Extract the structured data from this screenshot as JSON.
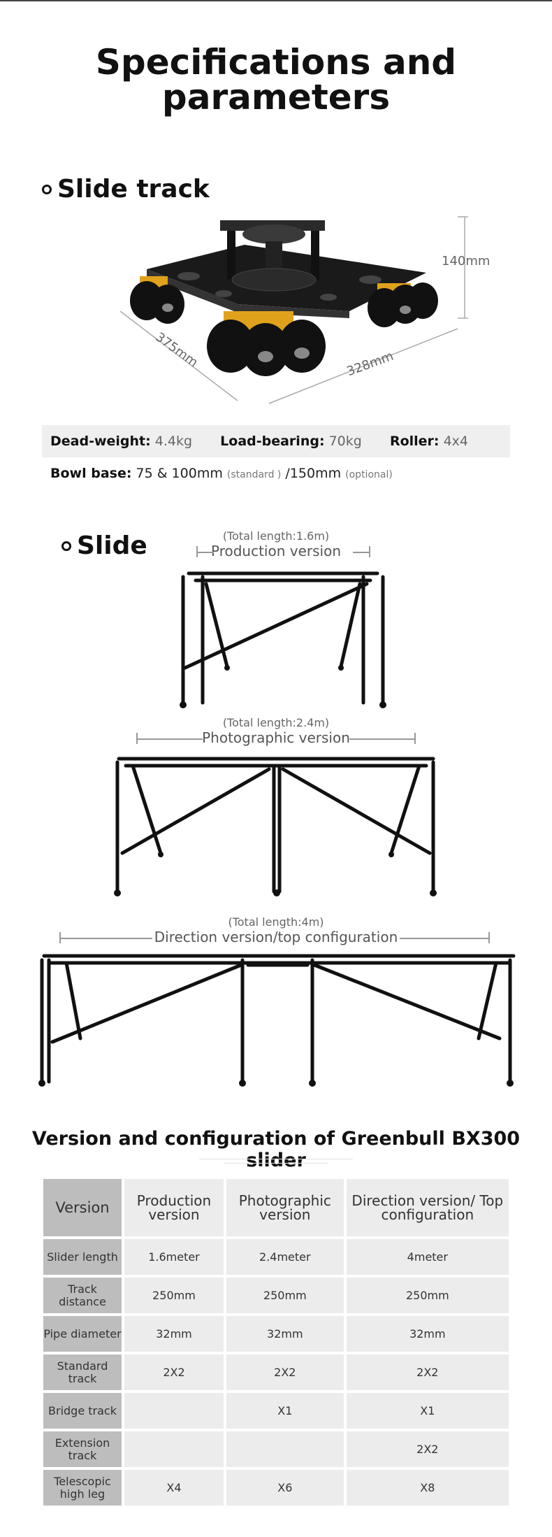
{
  "page": {
    "title_line1": "Specifications and",
    "title_line2": "parameters"
  },
  "slide_track": {
    "heading": "Slide track",
    "dims": {
      "height": "140mm",
      "depth": "375mm",
      "width": "328mm"
    },
    "specs": {
      "deadweight_label": "Dead-weight:",
      "deadweight_value": "4.4kg",
      "loadbearing_label": "Load-bearing:",
      "loadbearing_value": "70kg",
      "roller_label": "Roller:",
      "roller_value": "4x4",
      "bowl_label": "Bowl base:",
      "bowl_value1": "75 & 100mm",
      "bowl_note1": "(standard )",
      "bowl_value2": "/150mm",
      "bowl_note2": "(optional)"
    }
  },
  "slide": {
    "heading": "Slide",
    "versions": [
      {
        "length": "(Total length:1.6m)",
        "name": "Production version"
      },
      {
        "length": "(Total length:2.4m)",
        "name": "Photographic version"
      },
      {
        "length": "(Total length:4m)",
        "name": "Direction version/top configuration"
      }
    ]
  },
  "config_table": {
    "title": "Version and configuration of Greenbull BX300 slider",
    "header": [
      "Version",
      "Production version",
      "Photographic version",
      "Direction version/ Top configuration"
    ],
    "rows": [
      {
        "label": "Slider length",
        "cells": [
          "1.6meter",
          "2.4meter",
          "4meter"
        ]
      },
      {
        "label": "Track distance",
        "cells": [
          "250mm",
          "250mm",
          "250mm"
        ]
      },
      {
        "label": "Pipe diameter",
        "cells": [
          "32mm",
          "32mm",
          "32mm"
        ]
      },
      {
        "label": "Standard track",
        "cells": [
          "2X2",
          "2X2",
          "2X2"
        ]
      },
      {
        "label": "Bridge track",
        "cells": [
          "",
          "X1",
          "X1"
        ]
      },
      {
        "label": "Extension track",
        "cells": [
          "",
          "",
          "2X2"
        ]
      },
      {
        "label": "Telescopic high leg",
        "cells": [
          "X4",
          "X6",
          "X8"
        ]
      }
    ]
  },
  "colors": {
    "accent_yellow": "#e0a21c",
    "frame": "#111111"
  }
}
